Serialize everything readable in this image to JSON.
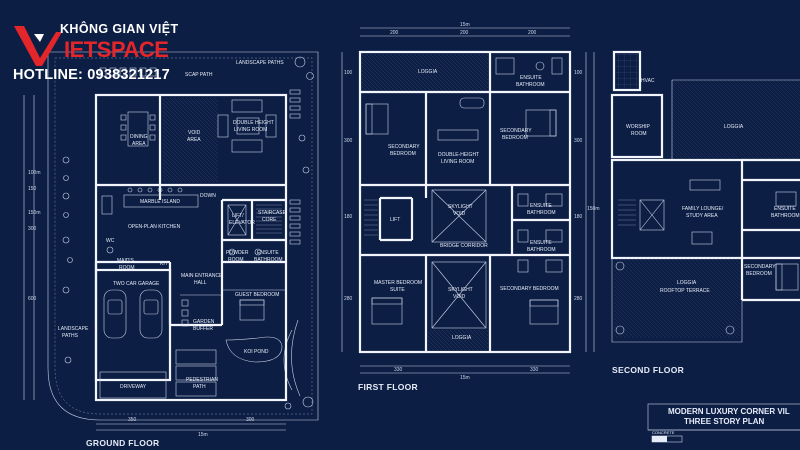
{
  "brand": {
    "name": "KHÔNG GIAN VIỆT",
    "logo_text": "IETSPACE",
    "hotline": "HOTLINE: 0938321217",
    "logo_color": "#e3262a"
  },
  "colors": {
    "background": "#0d1e45",
    "line": "#f2f5fb"
  },
  "ground_floor": {
    "title": "GROUND FLOOR",
    "rooms": {
      "landscape_top": "LANDSCAPE PATHS",
      "landscape_left": "LANDSCAPE",
      "landscape_left2": "PATHS",
      "landscape_path_top": "SCAP PATH",
      "dining": "DINING",
      "dining2": "AREA",
      "void": "VOID",
      "void2": "AREA",
      "double": "DOUBLE HEIGHT",
      "double2": "LIVING ROOM",
      "island": "MARBLE ISLAND",
      "kitchen": "OPEN-PLAN KITCHEN",
      "lift": "LIFT/",
      "lift2": "ELEVATOR",
      "stair": "STAIRCASE",
      "stair2": "CORE",
      "maid": "MAID'S",
      "maid2": "ROOM",
      "wc": "WC",
      "kit": "KIT",
      "powder": "POWDER",
      "powder2": "ROOM",
      "ensuite": "ENSUITE",
      "ensuite2": "BATHROOM",
      "garage": "TWO CAR GARAGE",
      "hall": "MAIN ENTRANCE",
      "hall2": "HALL",
      "buffer": "GARDEN",
      "buffer2": "BUFFER",
      "guest": "GUEST BEDROOM",
      "koi": "KOI POND",
      "driveway": "DRIVEWAY",
      "pedestrian": "PEDESTRIAN",
      "pedestrian2": "PATH",
      "dn": "DOWN"
    },
    "dims": {
      "w1": "350",
      "w2": "300",
      "total": "15m",
      "h1": "600",
      "h2": "300",
      "h3": "150m",
      "h4": "150",
      "h5": "100m"
    }
  },
  "first_floor": {
    "title": "FIRST FLOOR",
    "rooms": {
      "loggia_top": "LOGGIA",
      "ensuite_tr": "ENSUITE",
      "ensuite_tr2": "BATHROOM",
      "sec1": "SECONDARY",
      "sec1b": "BEDROOM",
      "dbl": "DOUBLE-HEIGHT",
      "dbl2": "LIVING ROOM",
      "sec2": "SECONDARY",
      "sec2b": "BEDROOM",
      "lift": "LIFT",
      "skylight": "SKYLIGHT",
      "skylight2": "VOID",
      "ensuite_mr": "ENSUITE",
      "ensuite_mr2": "BATHROOM",
      "bridge": "BRIDGE CORRIDOR",
      "ensuite_lr": "ENSUITE",
      "ensuite_lr2": "BATHROOM",
      "master": "MASTER BEDROOM",
      "master2": "SUITE",
      "skylight_b": "SKYLIGHT",
      "skylight_b2": "VOID",
      "sec3": "SECONDARY BEDROOM",
      "loggia_bot": "LOGGIA"
    },
    "dims": {
      "top1": "15m",
      "top2": "200",
      "top3": "200",
      "top4": "200",
      "bot1": "330",
      "bot2": "330",
      "bot3": "15m",
      "l1": "100",
      "l2": "300",
      "l3": "180",
      "l4": "280",
      "r1": "100",
      "r2": "300",
      "r3": "180",
      "r4": "280",
      "rt": "150m"
    }
  },
  "second_floor": {
    "title": "SECOND FLOOR",
    "rooms": {
      "hvac": "HVAC",
      "loggia": "LOGGIA",
      "worship": "WORSHIP",
      "worship2": "ROOM",
      "lounge": "FAMILY LOUNGE/",
      "lounge2": "STUDY AREA",
      "ensuite": "ENSUITE",
      "ensuite2": "BATHROOM",
      "loggia2": "LOGGIA",
      "terrace": "ROOFTOP TERRACE",
      "sec": "SECONDARY",
      "sec2": "BEDROOM"
    }
  },
  "title_block": {
    "line1": "MODERN LUXURY CORNER VIL",
    "line2": "THREE STORY PLAN",
    "scale": "CONCRETE"
  }
}
